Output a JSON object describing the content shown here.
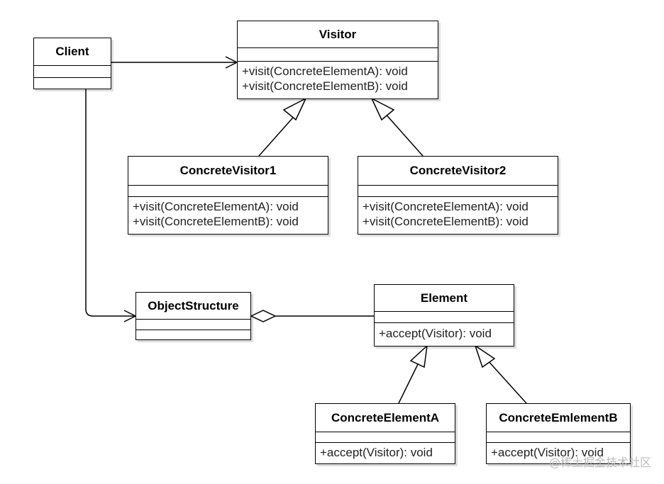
{
  "classes": {
    "client": {
      "name": "Client"
    },
    "visitor": {
      "name": "Visitor",
      "operations": [
        "+visit(ConcreteElementA): void",
        "+visit(ConcreteElementB): void"
      ]
    },
    "concrete_visitor1": {
      "name": "ConcreteVisitor1",
      "operations": [
        "+visit(ConcreteElementA): void",
        "+visit(ConcreteElementB): void"
      ]
    },
    "concrete_visitor2": {
      "name": "ConcreteVisitor2",
      "operations": [
        "+visit(ConcreteElementA): void",
        "+visit(ConcreteElementB): void"
      ]
    },
    "object_structure": {
      "name": "ObjectStructure"
    },
    "element": {
      "name": "Element",
      "operations": [
        "+accept(Visitor): void"
      ]
    },
    "concrete_element_a": {
      "name": "ConcreteElementA",
      "operations": [
        "+accept(Visitor): void"
      ]
    },
    "concrete_element_b": {
      "name": "ConcreteEmlementB",
      "operations": [
        "+accept(Visitor): void"
      ]
    }
  },
  "relations": [
    {
      "from": "Client",
      "to": "Visitor",
      "type": "association"
    },
    {
      "from": "Client",
      "to": "ObjectStructure",
      "type": "association"
    },
    {
      "from": "ConcreteVisitor1",
      "to": "Visitor",
      "type": "generalization"
    },
    {
      "from": "ConcreteVisitor2",
      "to": "Visitor",
      "type": "generalization"
    },
    {
      "from": "Element",
      "to": "ObjectStructure",
      "type": "aggregation"
    },
    {
      "from": "ConcreteElementA",
      "to": "Element",
      "type": "generalization"
    },
    {
      "from": "ConcreteEmlementB",
      "to": "Element",
      "type": "generalization"
    }
  ],
  "watermark": "@稀土掘金技术社区",
  "colors": {
    "line": "#000000",
    "background": "#ffffff",
    "text": "#222222"
  }
}
